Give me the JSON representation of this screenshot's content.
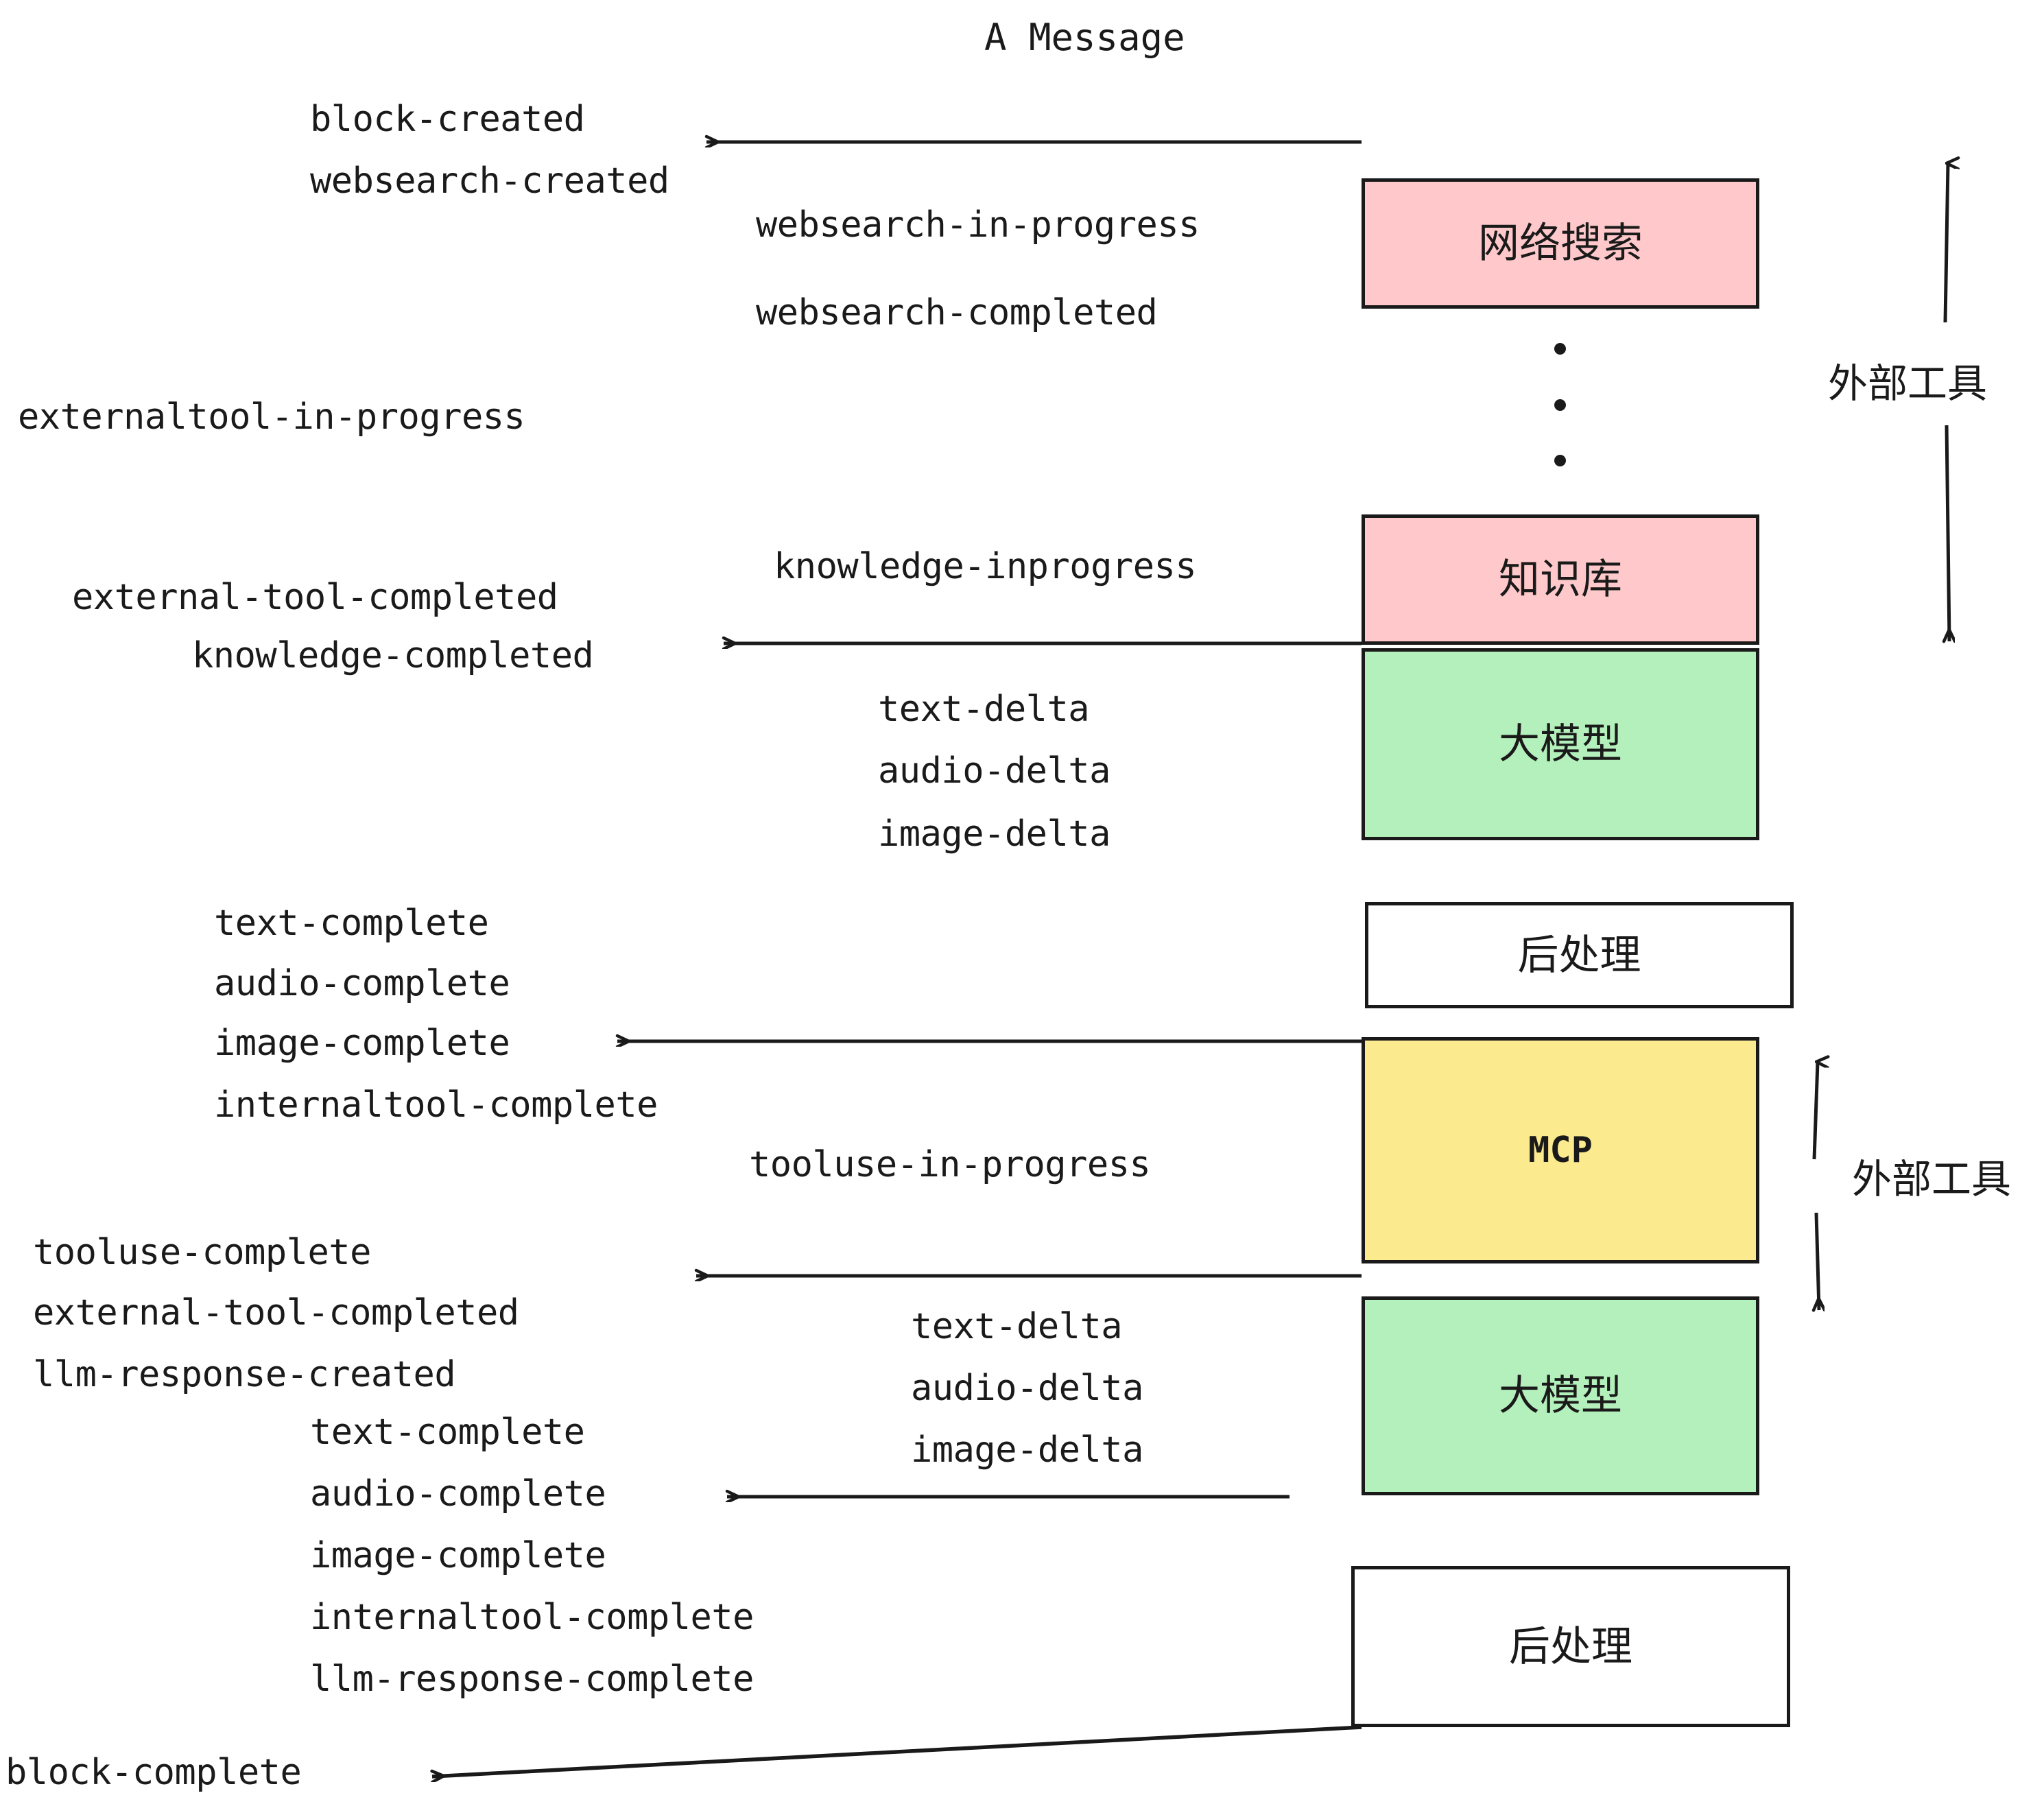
{
  "diagram": {
    "title": "A Message",
    "type": "flow-sequence",
    "background": "#ffffff",
    "stroke": "#1a1a1a",
    "colors": {
      "websearch_box": "#FFC9CB",
      "knowledge_box": "#FFC9CB",
      "llm_box": "#B4F0BC",
      "postprocess_box": "#FFFFFF",
      "mcp_box": "#FCEA8F",
      "text": "#1a1a1a"
    }
  },
  "nodes": [
    {
      "id": "websearch",
      "label": "网络搜索",
      "color": "#FFC9CB"
    },
    {
      "id": "knowledge",
      "label": "知识库",
      "color": "#FFC9CB"
    },
    {
      "id": "llm1",
      "label": "大模型",
      "color": "#B4F0BC"
    },
    {
      "id": "postprocess1",
      "label": "后处理",
      "color": "#FFFFFF"
    },
    {
      "id": "mcp",
      "label": "MCP",
      "color": "#FCEA8F"
    },
    {
      "id": "llm2",
      "label": "大模型",
      "color": "#B4F0BC"
    },
    {
      "id": "postprocess2",
      "label": "后处理",
      "color": "#FFFFFF"
    }
  ],
  "group_labels": [
    {
      "id": "external-tool-top",
      "label": "外部工具"
    },
    {
      "id": "external-tool-bottom",
      "label": "外部工具"
    }
  ],
  "events": {
    "block_created": "block-created",
    "websearch_created": "websearch-created",
    "websearch_in_progress": "websearch-in-progress",
    "websearch_completed": "websearch-completed",
    "externaltool_in_progress": "externaltool-in-progress",
    "knowledge_inprogress": "knowledge-inprogress",
    "external_tool_completed_1": "external-tool-completed",
    "knowledge_completed": "knowledge-completed",
    "text_delta_1": "text-delta",
    "audio_delta_1": "audio-delta",
    "image_delta_1": "image-delta",
    "text_complete_1": "text-complete",
    "audio_complete_1": "audio-complete",
    "image_complete_1": "image-complete",
    "internaltool_complete_1": "internaltool-complete",
    "tooluse_in_progress": "tooluse-in-progress",
    "tooluse_complete": "tooluse-complete",
    "external_tool_completed_2": "external-tool-completed",
    "llm_response_created": "llm-response-created",
    "text_delta_2": "text-delta",
    "audio_delta_2": "audio-delta",
    "image_delta_2": "image-delta",
    "text_complete_2": "text-complete",
    "audio_complete_2": "audio-complete",
    "image_complete_2": "image-complete",
    "internaltool_complete_2": "internaltool-complete",
    "llm_response_complete": "llm-response-complete",
    "block_complete": "block-complete"
  }
}
